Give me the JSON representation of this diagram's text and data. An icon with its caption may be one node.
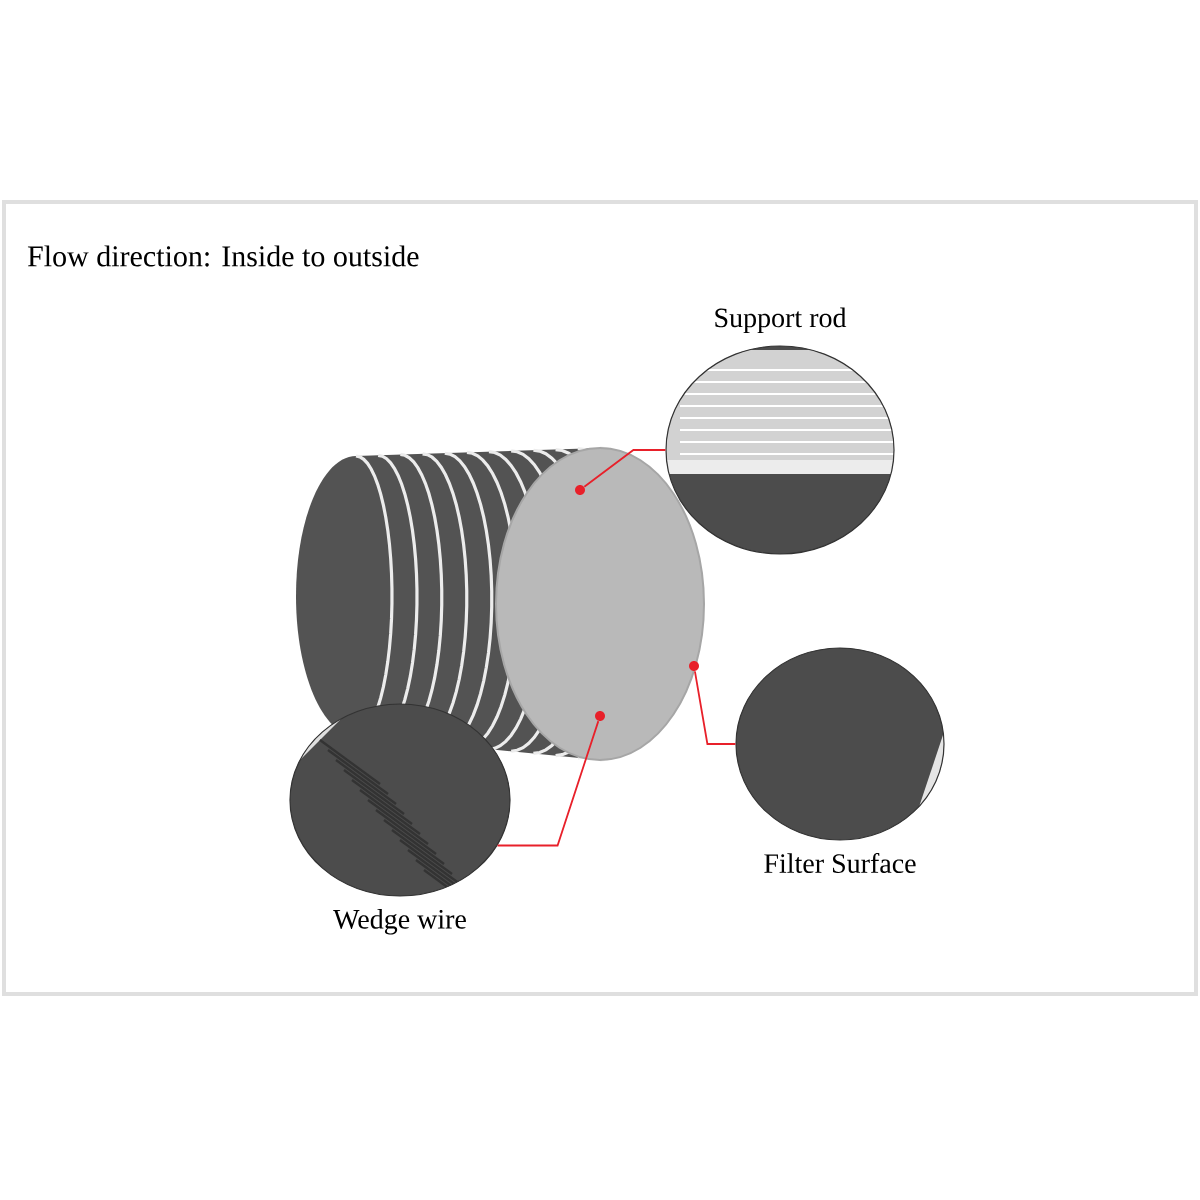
{
  "diagram": {
    "title": "Flow direction: Inside to outside",
    "nodes": [
      {
        "text": [
          "Support rod"
        ]
      },
      {
        "text": [
          "Filter Surface"
        ]
      },
      {
        "text": [
          "Wedge wire"
        ]
      },
      {
        "text": [],
        "shape": "circle"
      },
      {
        "text": [],
        "shape": "circle"
      },
      {
        "text": [],
        "shape": "circle"
      }
    ],
    "edges": [
      {
        "from": 0,
        "to": 3,
        "arrow": "none"
      },
      {
        "from": 1,
        "to": 5,
        "arrow": "none"
      },
      {
        "from": 2,
        "to": 4,
        "arrow": "none"
      }
    ]
  }
}
